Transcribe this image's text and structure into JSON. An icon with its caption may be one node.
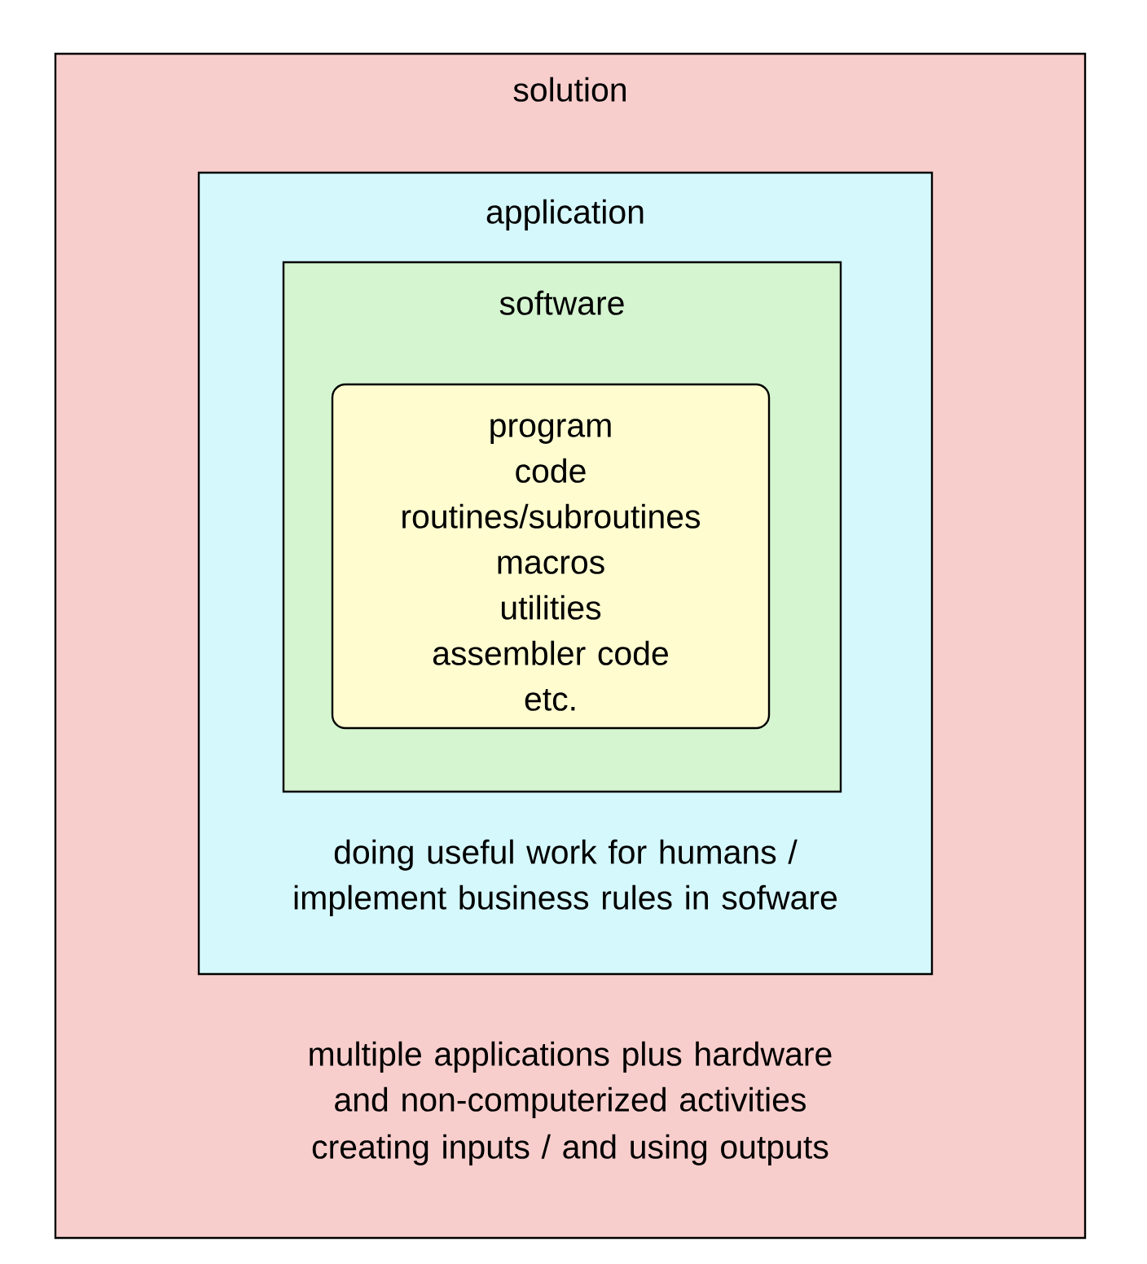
{
  "diagram": {
    "nodes": [
      {
        "text": [
          "solution",
          "multiple applications plus hardware and non-computerized activities",
          "creating inputs / and using outputs"
        ]
      },
      {
        "text": [
          "application",
          "doing useful work for humans / implement business rules in sofware"
        ],
        "in": 0
      },
      {
        "text": [
          "software"
        ],
        "in": 1
      },
      {
        "text": [
          "program",
          "code",
          "routines/subroutines",
          "macros",
          "utilities",
          "assembler code",
          "etc."
        ],
        "in": 2
      }
    ]
  }
}
